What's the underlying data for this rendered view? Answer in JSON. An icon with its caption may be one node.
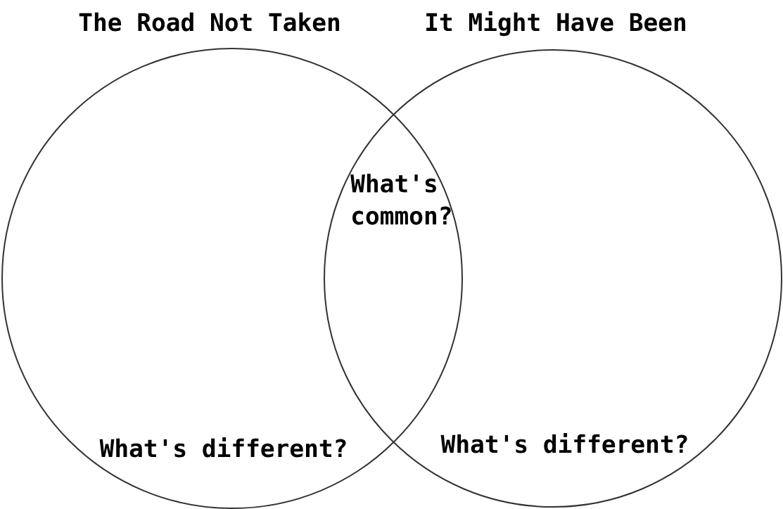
{
  "diagram": {
    "nodes": [
      {
        "text": [
          "The Road Not Taken",
          "What's different?"
        ]
      },
      {
        "text": [
          "It Might Have Been",
          "What's different?"
        ]
      }
    ],
    "labels": [
      "What's common?"
    ]
  }
}
